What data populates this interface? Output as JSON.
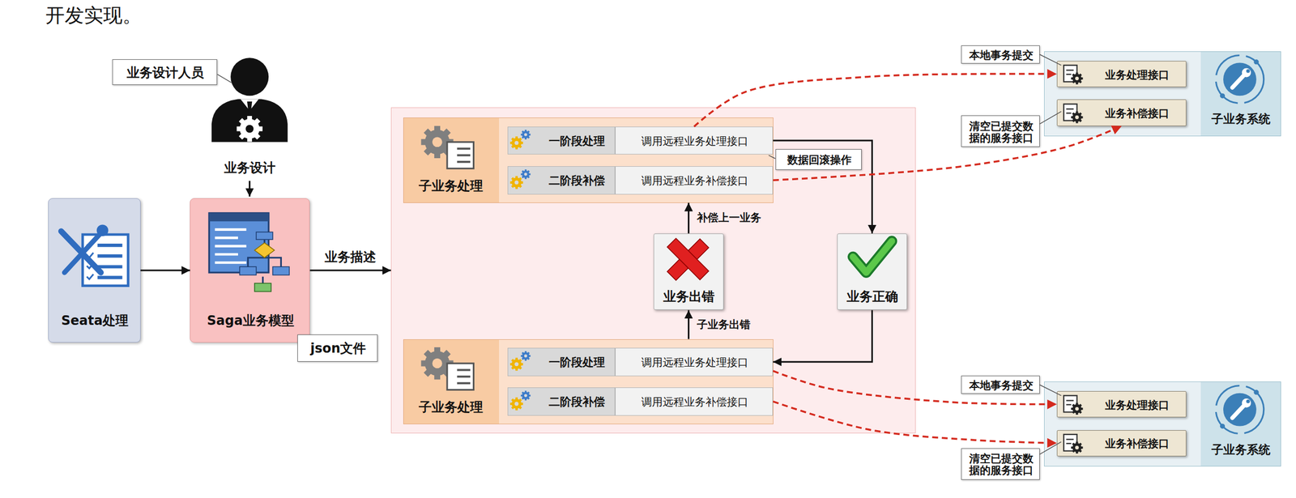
{
  "diagram": {
    "nodes": [
      {
        "text": [
          "业务设计人员"
        ]
      },
      {
        "text": [
          "Seata处理"
        ]
      },
      {
        "text": [
          "Saga业务模型"
        ]
      },
      {
        "text": [
          "json文件"
        ]
      },
      {
        "text": []
      },
      {
        "text": [
          "子业务处理"
        ],
        "in": 4
      },
      {
        "text": [
          "一阶段处理"
        ],
        "in": 5
      },
      {
        "text": [
          "调用远程业务处理接口"
        ],
        "in": 5
      },
      {
        "text": [
          "二阶段补偿"
        ],
        "in": 5
      },
      {
        "text": [
          "调用远程业务补偿接口"
        ],
        "in": 5
      },
      {
        "text": [
          "数据回滚操作"
        ],
        "in": 4
      },
      {
        "text": [
          "业务出错"
        ],
        "in": 4
      },
      {
        "text": [
          "业务正确"
        ],
        "in": 4
      },
      {
        "text": [
          "子业务处理"
        ],
        "in": 4
      },
      {
        "text": [
          "一阶段处理"
        ],
        "in": 13
      },
      {
        "text": [
          "调用远程业务处理接口"
        ],
        "in": 13
      },
      {
        "text": [
          "二阶段补偿"
        ],
        "in": 13
      },
      {
        "text": [
          "调用远程业务补偿接口"
        ],
        "in": 13
      },
      {
        "text": [
          "本地事务提交"
        ]
      },
      {
        "text": [
          "子业务系统"
        ]
      },
      {
        "text": [
          "业务处理接口"
        ],
        "in": 19
      },
      {
        "text": [
          "业务补偿接口"
        ],
        "in": 19
      },
      {
        "text": [
          "清空已提交数 据的服务接口"
        ]
      },
      {
        "text": [
          "本地事务提交"
        ]
      },
      {
        "text": [
          "子业务系统"
        ]
      },
      {
        "text": [
          "业务处理接口"
        ],
        "in": 24
      },
      {
        "text": [
          "业务补偿接口"
        ],
        "in": 24
      },
      {
        "text": [
          "清空已提交数 据的服务接口"
        ]
      }
    ],
    "edges": [
      {
        "from": 1,
        "to": 2,
        "arrow": "to"
      },
      {
        "from": 2,
        "to": 4,
        "label": "业务描述",
        "arrow": "to"
      },
      {
        "from": 7,
        "to": 12,
        "arrow": "to"
      },
      {
        "from": 12,
        "to": 15,
        "arrow": "to"
      },
      {
        "from": 13,
        "to": 11,
        "label": "子业务出错",
        "arrow": "to"
      },
      {
        "from": 11,
        "to": 5,
        "label": "补偿上一业务",
        "arrow": "to"
      },
      {
        "from": 7,
        "to": 20,
        "arrow": "to"
      },
      {
        "from": 9,
        "to": 21,
        "arrow": "to"
      },
      {
        "from": 15,
        "to": 25,
        "arrow": "to"
      },
      {
        "from": 17,
        "to": 26,
        "arrow": "to"
      }
    ],
    "labels": [
      "开发实现。",
      "业务设计"
    ]
  }
}
